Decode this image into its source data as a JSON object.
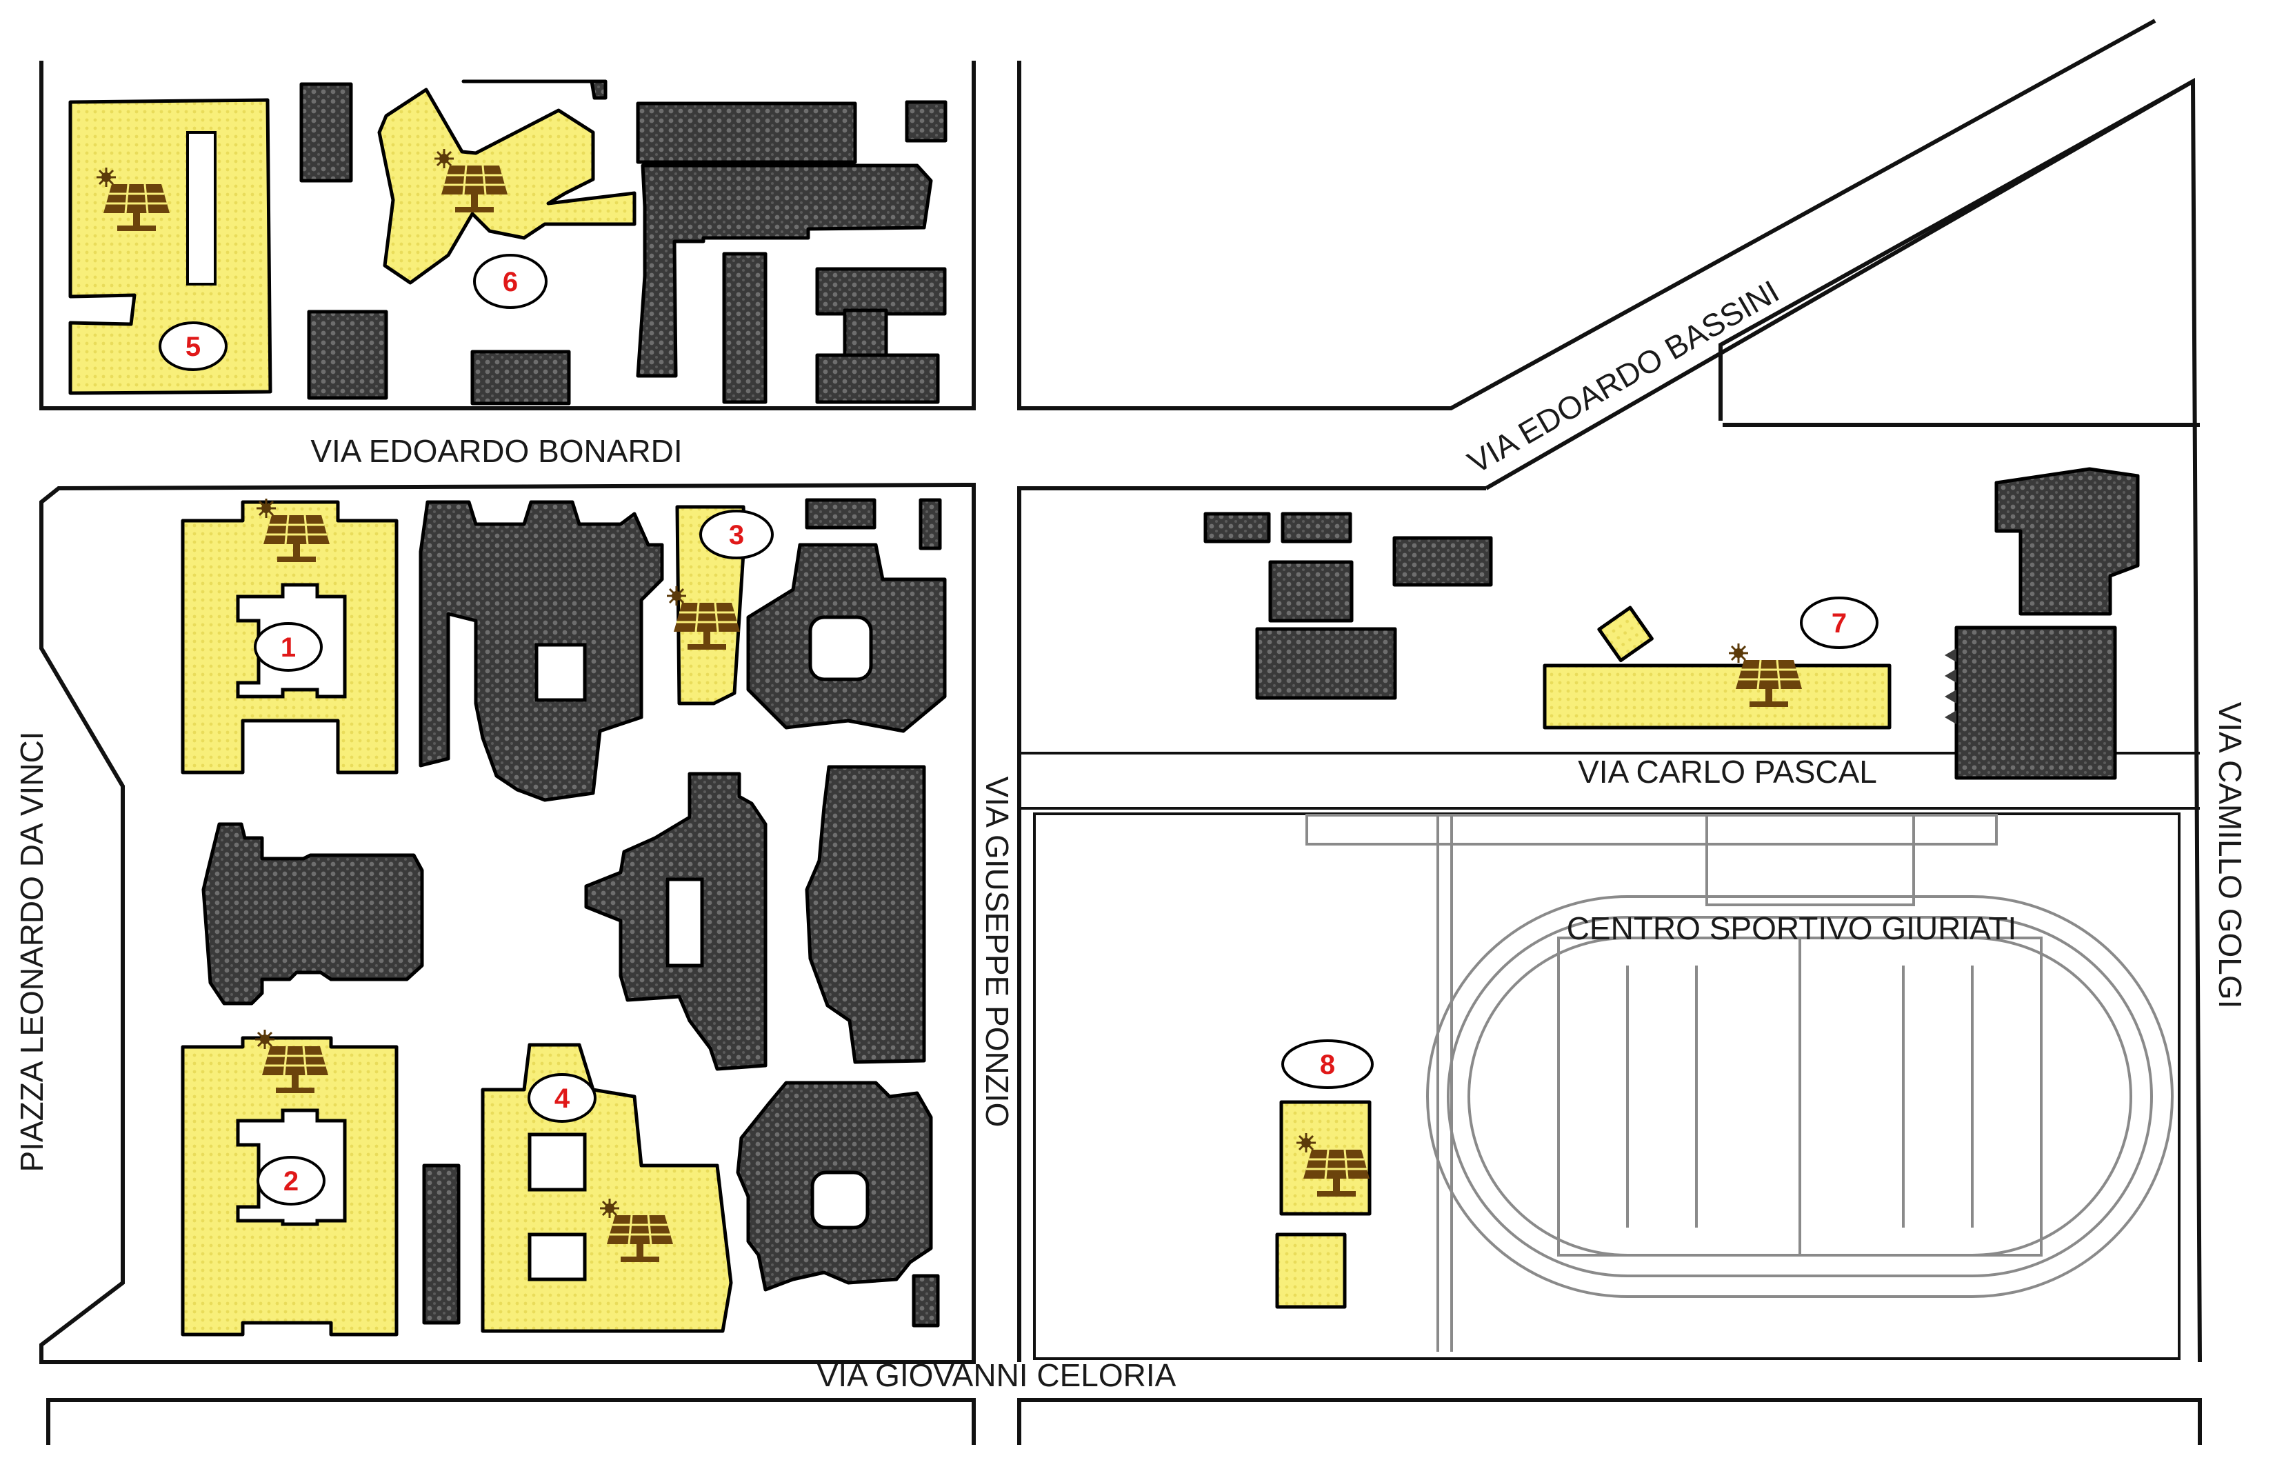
{
  "map": {
    "colors": {
      "pv_building": "#f8ef7a",
      "other_building": "#3c3c3c",
      "label_number": "#e01818",
      "road_line": "#111111",
      "sports_field": "#8a8a8a"
    },
    "streets": {
      "bonardi": "VIA EDOARDO BONARDI",
      "bassini": "VIA EDOARDO BASSINI",
      "leonardo": "PIAZZA LEONARDO DA VINCI",
      "ponzio": "VIA GIUSEPPE PONZIO",
      "pascal": "VIA CARLO PASCAL",
      "golgi": "VIA CAMILLO GOLGI",
      "celoria": "VIA GIOVANNI CELORIA"
    },
    "areas": {
      "sports_center": "CENTRO SPORTIVO GIURIATI"
    },
    "pv_buildings": [
      {
        "id": "1",
        "icon": "solar-panel-icon"
      },
      {
        "id": "2",
        "icon": "solar-panel-icon"
      },
      {
        "id": "3",
        "icon": "solar-panel-icon"
      },
      {
        "id": "4",
        "icon": "solar-panel-icon"
      },
      {
        "id": "5",
        "icon": "solar-panel-icon"
      },
      {
        "id": "6",
        "icon": "solar-panel-icon"
      },
      {
        "id": "7",
        "icon": "solar-panel-icon"
      },
      {
        "id": "8",
        "icon": "solar-panel-icon"
      }
    ]
  }
}
